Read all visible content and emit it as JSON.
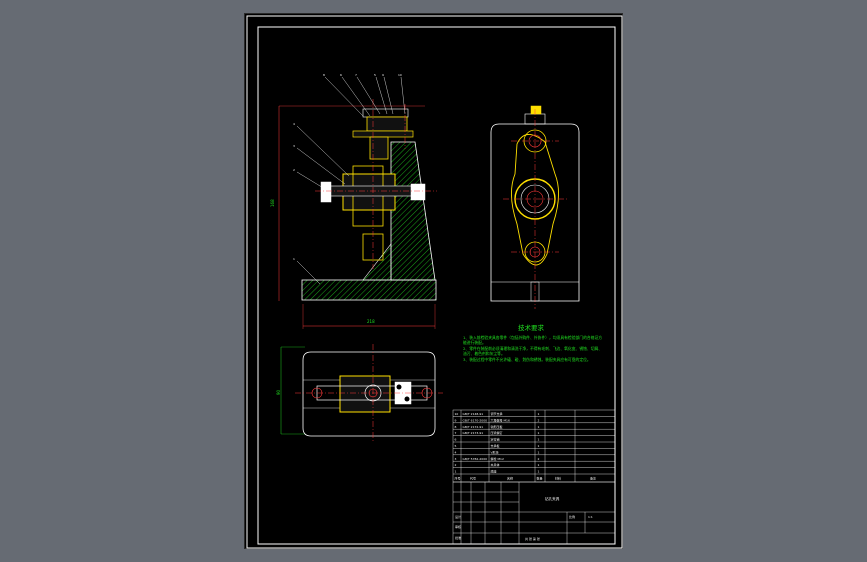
{
  "drawing": {
    "tech_title": "技术要求",
    "tech_notes": [
      "1、装入前检验夹具各零件（包括外购件、外协件），均须具有检验部门的合格证方能进行装配。",
      "2、零件在装配前必须清理和清洗干净，不得有毛刺、飞边、氧化皮、锈蚀、切屑、油污、着色剂和灰尘等。",
      "3、装配过程中零件不允许磕、碰、划伤和锈蚀。装配夹具应有可靠的定位。"
    ],
    "balloons": [
      "8",
      "6",
      "7",
      "5",
      "9",
      "10",
      "4",
      "3",
      "2",
      "1"
    ],
    "dim_width": "218",
    "dim_height": "168",
    "dim_plan": "90",
    "bom_rows": [
      {
        "no": "10",
        "code": "GB/T 2148-91",
        "name": "调节支承",
        "qty": "1"
      },
      {
        "no": "9",
        "code": "GB/T 6170-2000",
        "name": "六角螺母 M16",
        "qty": "2"
      },
      {
        "no": "8",
        "code": "GB/T 2172-91",
        "name": "钩形压板",
        "qty": "1"
      },
      {
        "no": "7",
        "code": "GB/T 2173-91",
        "name": "压紧螺钉",
        "qty": "1"
      },
      {
        "no": "6",
        "code": "",
        "name": "定位销",
        "qty": "1"
      },
      {
        "no": "5",
        "code": "",
        "name": "支承板",
        "qty": "1"
      },
      {
        "no": "4",
        "code": "",
        "name": "V形块",
        "qty": "1"
      },
      {
        "no": "3",
        "code": "GB/T 5782-2000",
        "name": "螺栓 M12",
        "qty": "2"
      },
      {
        "no": "2",
        "code": "",
        "name": "夹具体",
        "qty": "1"
      },
      {
        "no": "1",
        "code": "",
        "name": "底座",
        "qty": "1"
      }
    ],
    "bom_header": [
      "序号",
      "代号",
      "名称",
      "数量",
      "材料",
      "备注"
    ],
    "title_block": {
      "name": "钻孔夹具",
      "scale_label": "比例",
      "scale": "1:1",
      "sheet_label": "共 张 第 张",
      "designer_label": "设计",
      "checker_label": "审核",
      "approver_label": "批准"
    }
  }
}
